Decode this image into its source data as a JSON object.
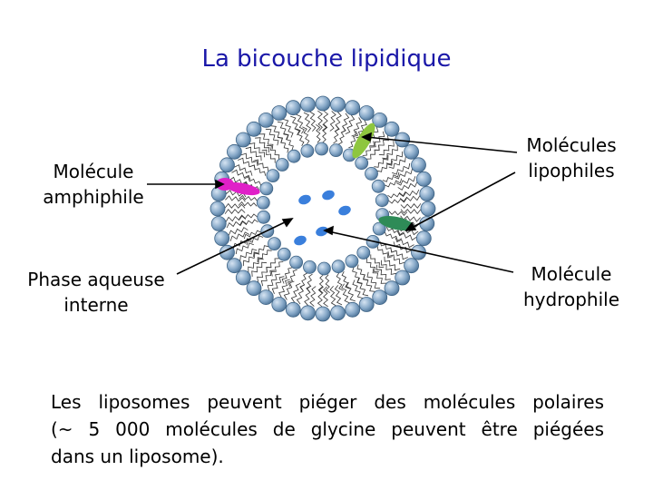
{
  "title": "La bicouche lipidique",
  "labels": {
    "amphiphile": [
      "Molécule",
      "amphiphile"
    ],
    "phase": [
      "Phase aqueuse",
      "interne"
    ],
    "lipophiles": [
      "Molécules",
      "lipophiles"
    ],
    "hydrophile": [
      "Molécule",
      "hydrophile"
    ]
  },
  "caption": [
    "Les liposomes peuvent piéger des molécules polaires",
    "(~ 5 000 molécules de glycine peuvent être piégées",
    "dans un liposome)."
  ],
  "colors": {
    "title": "#1a17a8",
    "head": "#7fa2c4",
    "amphiphile": "#e020c8",
    "lipophile_green_light": "#8ec63f",
    "lipophile_green_dark": "#2e8b57",
    "hydrophile": "#3a7fdc"
  }
}
